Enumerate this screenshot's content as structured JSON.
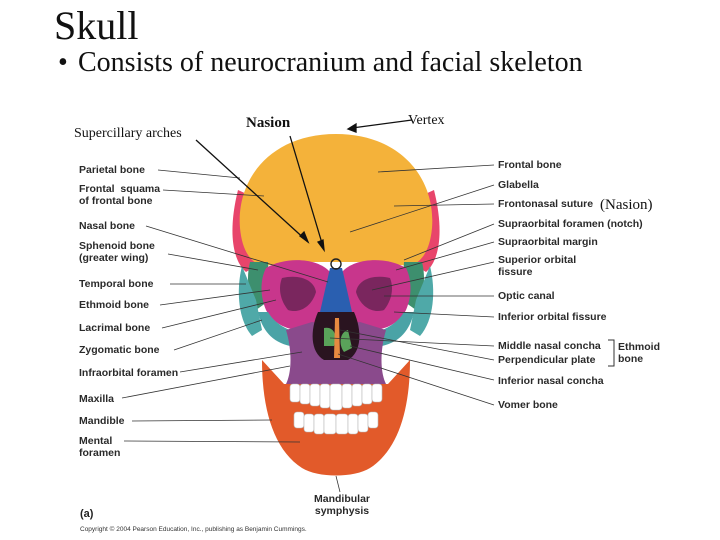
{
  "slide": {
    "title": "Skull",
    "bullet": "Consists of neurocranium and facial skeleton",
    "bullet_marker": "•"
  },
  "notes": {
    "supercillary": "Supercillary arches",
    "nasion": "Nasion",
    "vertex": "Vertex",
    "nasion_paren": "(Nasion)"
  },
  "labels_left": [
    "Parietal bone",
    "Frontal  squama\nof frontal bone",
    "Nasal bone",
    "Sphenoid bone\n(greater wing)",
    "Temporal bone",
    "Ethmoid bone",
    "Lacrimal bone",
    "Zygomatic bone",
    "Infraorbital foramen",
    "Maxilla",
    "Mandible",
    "Mental\nforamen"
  ],
  "labels_right": [
    "Frontal bone",
    "Glabella",
    "Frontonasal suture",
    "Supraorbital foramen (notch)",
    "Supraorbital margin",
    "Superior orbital\nfissure",
    "Optic canal",
    "Inferior orbital fissure",
    "Middle nasal concha",
    "Perpendicular plate",
    "Inferior nasal concha",
    "Vomer bone"
  ],
  "labels_extra": {
    "ethmoid_group": "Ethmoid\nbone",
    "mandibular_symphysis": "Mandibular\nsymphysis",
    "figure_tag": "(a)",
    "copyright": "Copyright © 2004 Pearson Education, Inc., publishing as Benjamin Cummings."
  },
  "colors": {
    "frontal": "#f4b23a",
    "parietal": "#e8456b",
    "temporal": "#4fa9a8",
    "sphenoid": "#3d8f6e",
    "zygomatic": "#4aa3a6",
    "maxilla": "#8a4a8c",
    "mandible": "#e25a2a",
    "nasal": "#2a5fb0",
    "orbit": "#c8368c",
    "teeth": "#ffffff",
    "leader": "#333333"
  }
}
